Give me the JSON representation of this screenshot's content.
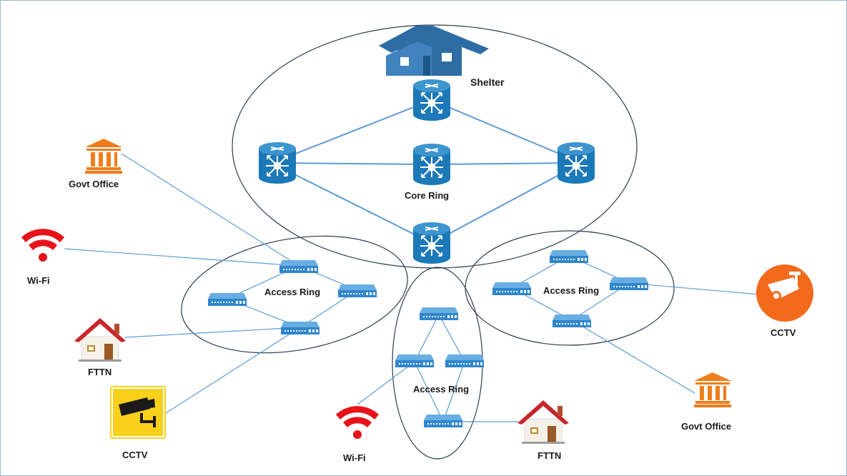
{
  "labels": {
    "shelter": "Shelter",
    "core_ring": "Core Ring",
    "access_ring_left": "Access Ring",
    "access_ring_right": "Access Ring",
    "access_ring_bottom": "Access Ring",
    "govt_office_left": "Govt Office",
    "govt_office_right": "Govt Office",
    "wifi_left": "Wi-Fi",
    "wifi_bottom": "Wi-Fi",
    "fttn_left": "FTTN",
    "fttn_bottom": "FTTN",
    "cctv_left": "CCTV",
    "cctv_right": "CCTV"
  },
  "colors": {
    "router": "#1c79b8",
    "router_dark": "#0f5d93",
    "switch": "#3c8fd0",
    "link": "#5c9ad6",
    "ellipse": "#2a3d52",
    "house_blue": "#2e6da4",
    "govt_orange": "#f07d1b",
    "wifi_red": "#e8121a",
    "fttn_roof": "#c8262b",
    "cctv_orange": "#f26a1b",
    "cctv_yellow": "#f9d11a"
  }
}
